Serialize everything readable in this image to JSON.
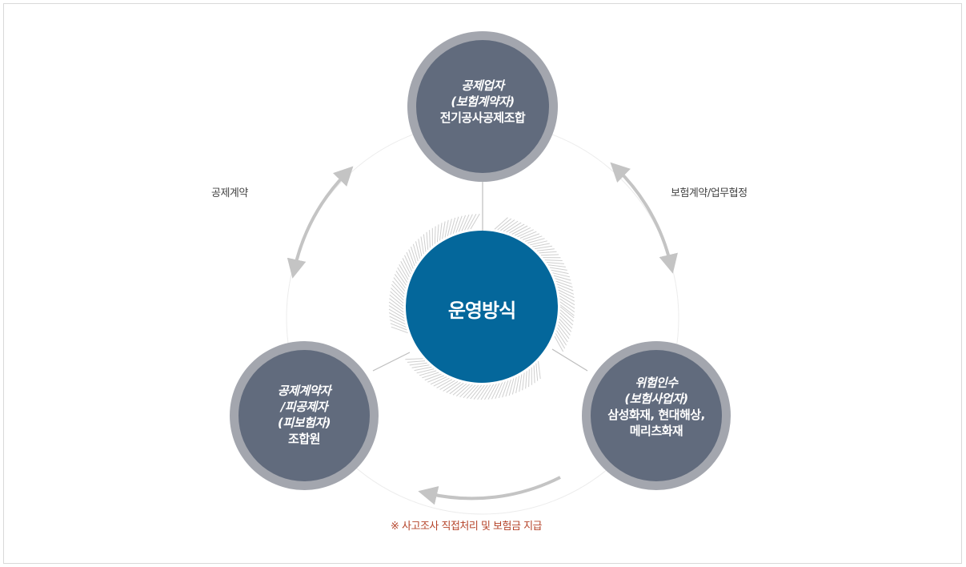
{
  "center": {
    "label": "운영방식"
  },
  "nodes": {
    "top": {
      "line1": "공제업자",
      "line2": "(보험계약자)",
      "line3": "전기공사공제조합"
    },
    "bottom_left": {
      "line1": "공제계약자",
      "line2": "/피공제자",
      "line3": "(피보험자)",
      "line4": "조합원"
    },
    "bottom_right": {
      "line1": "위험인수",
      "line2": "(보험사업자)",
      "line3": "삼성화재, 현대해상,",
      "line4": "메리츠화재"
    }
  },
  "edges": {
    "left_label": "공제계약",
    "right_label": "보험계약/업무협정",
    "bottom_note": "※ 사고조사 직접처리 및 보험금 지급"
  },
  "colors": {
    "center_fill": "#04679b",
    "node_fill": "#616b7d",
    "node_ring": "#a3a6ae",
    "arrow": "#c4c4c4",
    "note_text": "#b5442a"
  }
}
